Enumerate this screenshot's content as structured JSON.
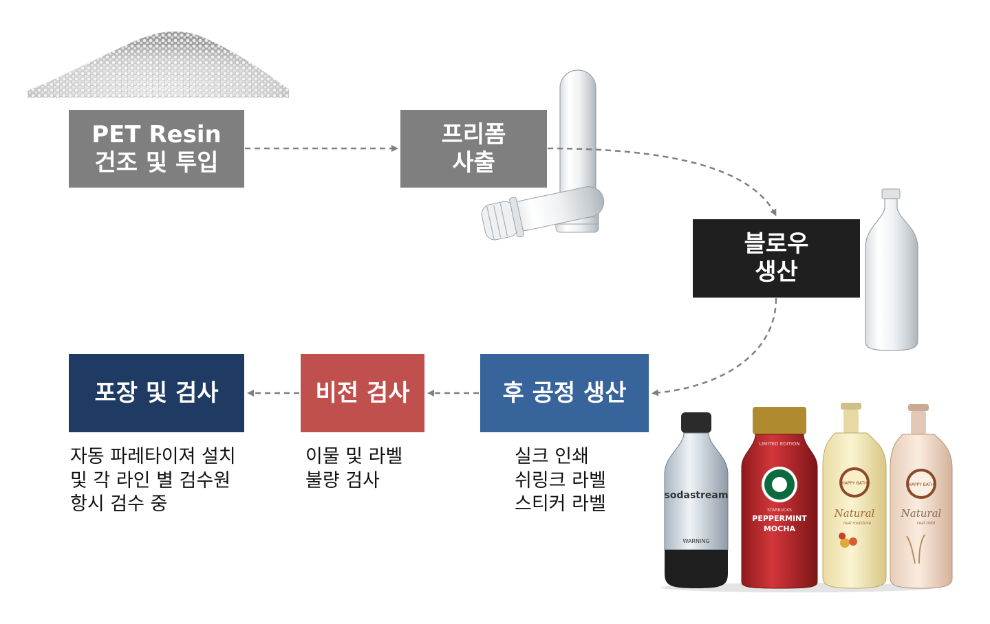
{
  "colors": {
    "gray_box": "#7f7f7f",
    "black_box": "#1f1f1f",
    "blue_box": "#37649b",
    "red_box": "#c0504d",
    "navy_box": "#1f3b63",
    "arrow": "#7f7f7f"
  },
  "steps": {
    "resin": {
      "line1": "PET Resin",
      "line2": "건조 및 투입"
    },
    "preform": {
      "line1": "프리폼",
      "line2": "사출"
    },
    "blow": {
      "line1": "블로우",
      "line2": "생산"
    },
    "post": {
      "label": "후 공정 생산"
    },
    "vision": {
      "label": "비전 검사"
    },
    "pack": {
      "label": "포장 및 검사"
    }
  },
  "notes": {
    "post": [
      "실크 인쇄",
      "쉬링크 라벨",
      "스티커 라벨"
    ],
    "vision": [
      "이물 및 라벨",
      "불량 검사"
    ],
    "pack": [
      "자동 파레타이져 설치",
      "및 각 라인 별 검수원",
      "항시 검수 중"
    ]
  },
  "images": {
    "resin_pile": "pet-resin-pellets-image",
    "preforms": "preform-tubes-image",
    "bottle": "clear-pet-bottle-image",
    "products": "finished-products-image"
  },
  "product_labels": {
    "soda": "sodastream",
    "soda_warning": "WARNING",
    "starbucks_edition": "LIMITED EDITION",
    "starbucks_brand": "STARBUCKS",
    "starbucks_line1": "PEPPERMINT",
    "starbucks_line2": "MOCHA",
    "happy_bath_brand": "HAPPY BATH",
    "happy_bath_word": "Natural",
    "happy_bath_sub1": "real moisture",
    "happy_bath_sub2": "real mild"
  }
}
